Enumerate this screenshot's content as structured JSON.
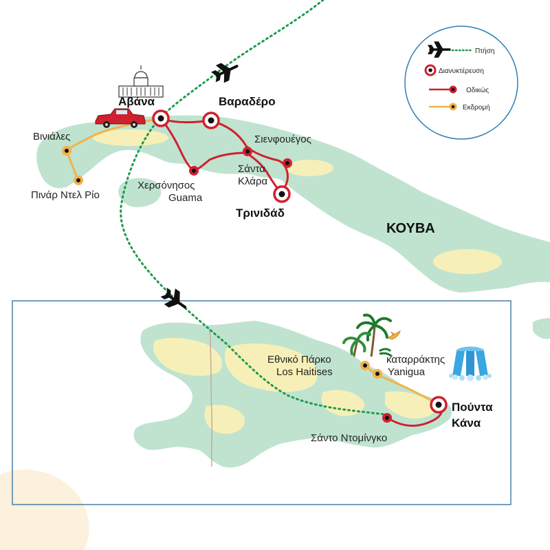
{
  "country_label": "ΚΟΥΒΑ",
  "legend": {
    "flight": "Πτήση",
    "overnight": "Διανυκτέρευση",
    "road": "Οδικώς",
    "excursion": "Εκδρομή"
  },
  "places": {
    "havana": "Αβάνα",
    "varadero": "Βαραδέρο",
    "vinales": "Βινιάλες",
    "pinar_1": "Πινάρ Ντελ Ρίο",
    "guama_1": "Χερσόνησος",
    "guama_2": "Guama",
    "cienfuegos": "Σιενφουέγος",
    "santa_clara_1": "Σάντα",
    "santa_clara_2": "Κλάρα",
    "trinidad": "Τρινιδάδ",
    "los_haitises_1": "Εθνικό Πάρκο",
    "los_haitises_2": "Los Haitises",
    "yanigua_1": "καταρράκτης",
    "yanigua_2": "Yanigua",
    "punta_cana_1": "Πούντα",
    "punta_cana_2": "Κάνα",
    "santo_domingo": "Σάντο Ντομίνγκο"
  },
  "colors": {
    "water": "#ffffff",
    "land": "#bfe3cf",
    "land_highlight": "#f6f0b8",
    "road": "#d0202e",
    "excursion": "#f2b24a",
    "flight": "#1f9a4c",
    "box": "#4a7fa6"
  }
}
